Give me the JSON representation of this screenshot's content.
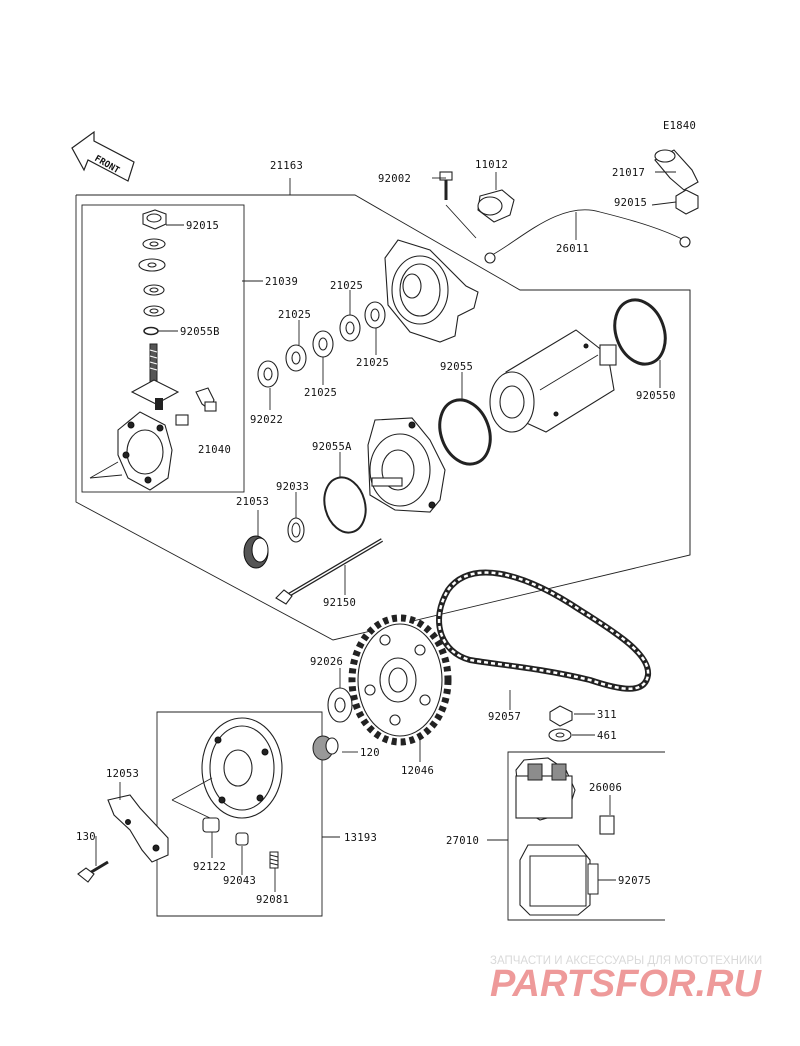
{
  "diagram_code": "E1840",
  "front_label": "FRONT",
  "parts": [
    {
      "id": "p21163",
      "label": "21163"
    },
    {
      "id": "p92002",
      "label": "92002"
    },
    {
      "id": "p11012",
      "label": "11012"
    },
    {
      "id": "p21017",
      "label": "21017"
    },
    {
      "id": "p92015b",
      "label": "92015"
    },
    {
      "id": "p26011",
      "label": "26011"
    },
    {
      "id": "p92015a",
      "label": "92015"
    },
    {
      "id": "p21039",
      "label": "21039"
    },
    {
      "id": "p21025a",
      "label": "21025"
    },
    {
      "id": "p21025b",
      "label": "21025"
    },
    {
      "id": "p92055B",
      "label": "92055B"
    },
    {
      "id": "p21025c",
      "label": "21025"
    },
    {
      "id": "p21025d",
      "label": "21025"
    },
    {
      "id": "p92055",
      "label": "92055"
    },
    {
      "id": "p92022",
      "label": "92022"
    },
    {
      "id": "p920550",
      "label": "920550"
    },
    {
      "id": "p21040",
      "label": "21040"
    },
    {
      "id": "p92055A",
      "label": "92055A"
    },
    {
      "id": "p92033",
      "label": "92033"
    },
    {
      "id": "p21053",
      "label": "21053"
    },
    {
      "id": "p92150",
      "label": "92150"
    },
    {
      "id": "p92026",
      "label": "92026"
    },
    {
      "id": "p92057",
      "label": "92057"
    },
    {
      "id": "p311",
      "label": "311"
    },
    {
      "id": "p461",
      "label": "461"
    },
    {
      "id": "p120",
      "label": "120"
    },
    {
      "id": "p12046",
      "label": "12046"
    },
    {
      "id": "p12053",
      "label": "12053"
    },
    {
      "id": "p26006",
      "label": "26006"
    },
    {
      "id": "p130",
      "label": "130"
    },
    {
      "id": "p13193",
      "label": "13193"
    },
    {
      "id": "p27010",
      "label": "27010"
    },
    {
      "id": "p92122",
      "label": "92122"
    },
    {
      "id": "p92075",
      "label": "92075"
    },
    {
      "id": "p92043",
      "label": "92043"
    },
    {
      "id": "p92081",
      "label": "92081"
    }
  ],
  "watermark": {
    "tagline": "ЗАПЧАСТИ И АКСЕССУАРЫ ДЛЯ МОТОТЕХНИКИ",
    "brand": "PARTSFOR.RU"
  }
}
